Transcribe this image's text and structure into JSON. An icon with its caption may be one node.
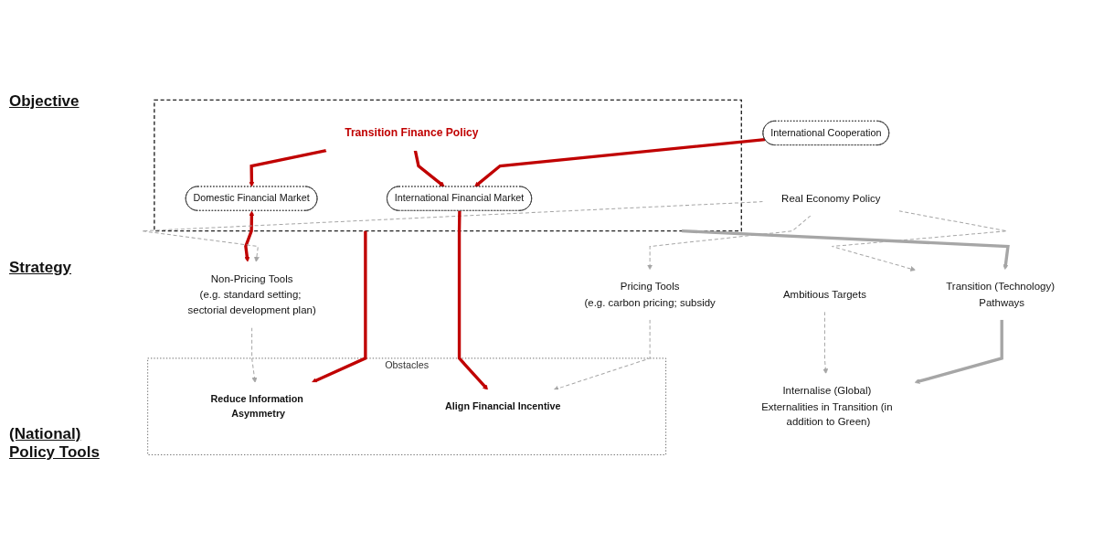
{
  "diagram": {
    "nodes": [
      {
        "text": [
          "Internalise (Global) Externalities in Transition (in addition to Green)"
        ]
      },
      {
        "text": [
          "Ambitious Targets"
        ]
      },
      {
        "text": [
          "Transition (Technology) Pathways"
        ]
      },
      {
        "text": [],
        "shape": "box"
      },
      {
        "text": [
          "Transition Finance Policy"
        ],
        "in": 3
      },
      {
        "text": [
          "Real Economy Policy"
        ]
      },
      {
        "text": [
          "International Cooperation"
        ]
      },
      {
        "text": [
          "International Financial Market"
        ],
        "in": 3
      },
      {
        "text": [
          "Domestic Financial Market"
        ],
        "in": 3
      },
      {
        "text": [
          "Non-Pricing Tools",
          "(e.g. standard setting; sectorial development plan)"
        ]
      },
      {
        "text": [
          "Pricing Tools",
          "(e.g. carbon pricing; subsidy"
        ]
      },
      {
        "text": [
          "Obstacles"
        ]
      },
      {
        "text": [
          "Reduce Information Asymmetry"
        ],
        "in": 11
      },
      {
        "text": [
          "Align Financial Incentive"
        ],
        "in": 11
      }
    ],
    "edges": [
      {
        "from": 1,
        "to": 0,
        "arrow": "to",
        "style": "dashed"
      },
      {
        "from": 2,
        "to": 0,
        "arrow": "to"
      },
      {
        "from": 3,
        "to": 2,
        "arrow": "to"
      },
      {
        "from": 5,
        "to": 2,
        "arrow": "to",
        "style": "dashed"
      },
      {
        "from": 4,
        "to": 7,
        "arrow": "to",
        "color": "#c00000"
      },
      {
        "from": 4,
        "to": 8,
        "arrow": "to",
        "color": "#c00000"
      },
      {
        "from": 6,
        "to": 7,
        "arrow": "to",
        "color": "#c00000"
      },
      {
        "from": 8,
        "to": 9,
        "arrow": "both",
        "color": "#c00000"
      },
      {
        "from": 5,
        "to": 9,
        "arrow": "to",
        "style": "dashed"
      },
      {
        "from": 5,
        "to": 10,
        "arrow": "to",
        "style": "dashed"
      },
      {
        "from": 7,
        "to": 13,
        "arrow": "to",
        "color": "#c00000"
      },
      {
        "from": 3,
        "to": 12,
        "arrow": "to",
        "color": "#c00000"
      },
      {
        "from": 9,
        "to": 12,
        "arrow": "to",
        "style": "dashed"
      },
      {
        "from": 10,
        "to": 13,
        "arrow": "to",
        "style": "dashed"
      }
    ],
    "labels": [
      "Objective",
      "Strategy",
      "(National) Policy Tools"
    ]
  }
}
